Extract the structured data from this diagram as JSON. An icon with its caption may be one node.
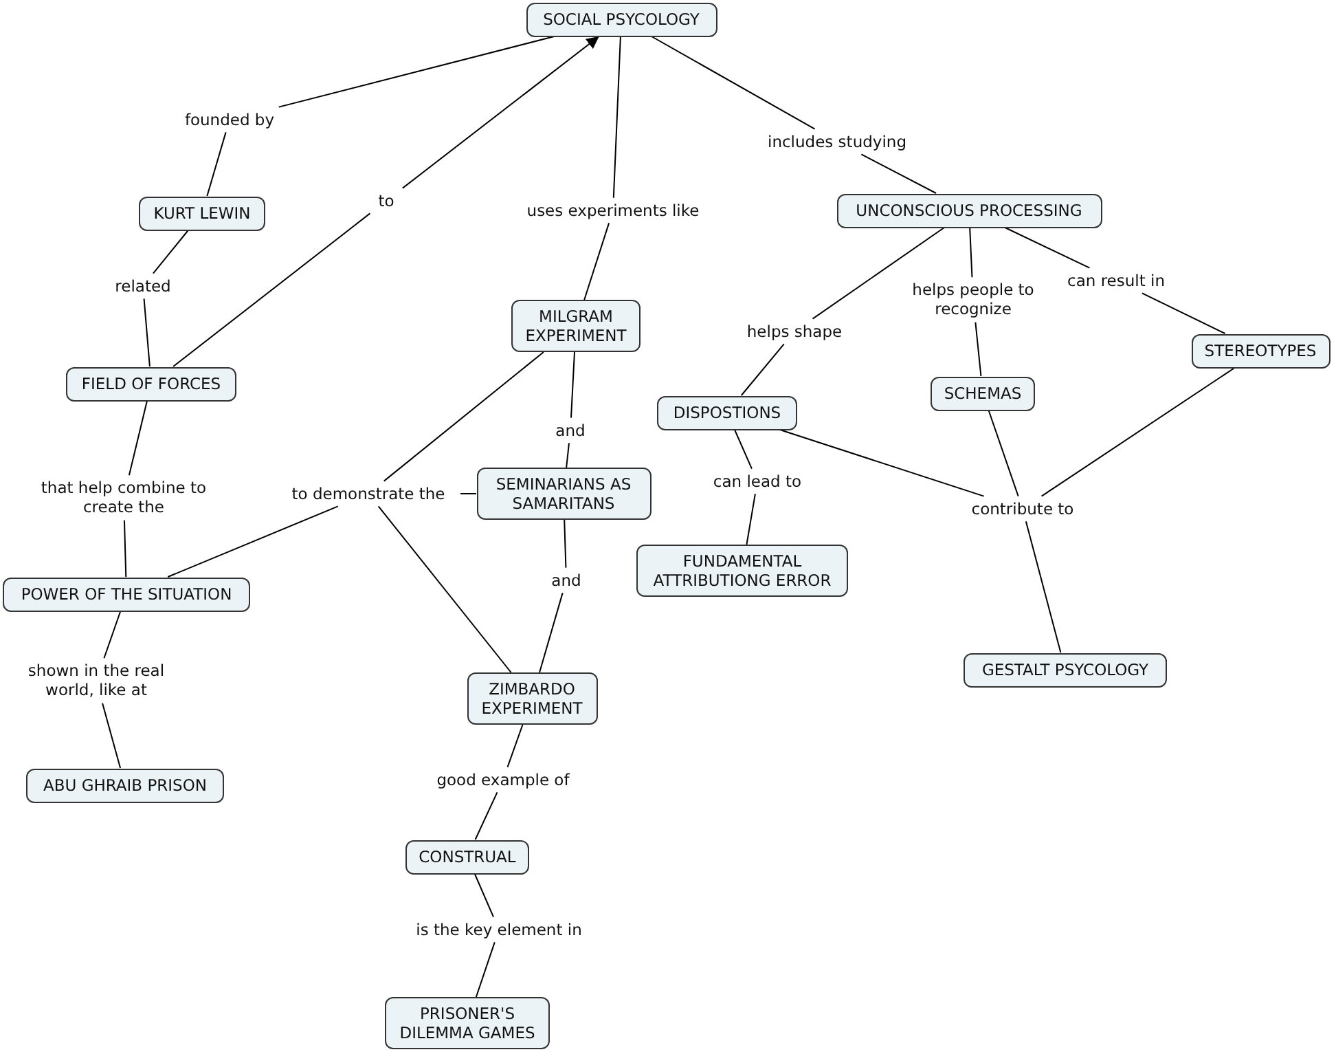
{
  "diagram": {
    "nodes": [
      {
        "text": [
          "SOCIAL PSYCOLOGY"
        ]
      },
      {
        "text": [
          "founded by"
        ]
      },
      {
        "text": [
          "KURT LEWIN"
        ]
      },
      {
        "text": [
          "related"
        ]
      },
      {
        "text": [
          "FIELD OF FORCES"
        ]
      },
      {
        "text": [
          "to"
        ]
      },
      {
        "text": [
          "uses experiments like"
        ]
      },
      {
        "text": [
          "includes studying"
        ]
      },
      {
        "text": [
          "UNCONSCIOUS PROCESSING"
        ]
      },
      {
        "text": [
          "MILGRAM EXPERIMENT"
        ]
      },
      {
        "text": [
          "helps shape"
        ]
      },
      {
        "text": [
          "helps people to recognize"
        ]
      },
      {
        "text": [
          "can result in"
        ]
      },
      {
        "text": [
          "STEREOTYPES"
        ]
      },
      {
        "text": [
          "DISPOSTIONS"
        ]
      },
      {
        "text": [
          "SCHEMAS"
        ]
      },
      {
        "text": [
          "that help combine to create the"
        ]
      },
      {
        "text": [
          "to demonstrate the"
        ]
      },
      {
        "text": [
          "and"
        ]
      },
      {
        "text": [
          "SEMINARIANS AS SAMARITANS"
        ]
      },
      {
        "text": [
          "can lead to"
        ]
      },
      {
        "text": [
          "contribute to"
        ]
      },
      {
        "text": [
          "POWER OF THE SITUATION"
        ]
      },
      {
        "text": [
          "FUNDAMENTAL ATTRIBUTIONG ERROR"
        ]
      },
      {
        "text": [
          "and"
        ]
      },
      {
        "text": [
          "GESTALT PSYCOLOGY"
        ]
      },
      {
        "text": [
          "shown in the real world, like at"
        ]
      },
      {
        "text": [
          "ZIMBARDO EXPERIMENT"
        ]
      },
      {
        "text": [
          "ABU GHRAIB PRISON"
        ]
      },
      {
        "text": [
          "good example of"
        ]
      },
      {
        "text": [
          "CONSTRUAL"
        ]
      },
      {
        "text": [
          "is the key element in"
        ]
      },
      {
        "text": [
          "PRISONER'S DILEMMA GAMES"
        ]
      }
    ],
    "edges": [
      {
        "from": 0,
        "to": 1,
        "arrow": "none"
      },
      {
        "from": 1,
        "to": 2,
        "arrow": "none"
      },
      {
        "from": 2,
        "to": 3,
        "arrow": "none"
      },
      {
        "from": 3,
        "to": 4,
        "arrow": "none"
      },
      {
        "from": 4,
        "to": 5,
        "arrow": "none"
      },
      {
        "from": 5,
        "to": 0,
        "arrow": "to"
      },
      {
        "from": 0,
        "to": 6,
        "arrow": "none"
      },
      {
        "from": 6,
        "to": 9,
        "arrow": "none"
      },
      {
        "from": 0,
        "to": 7,
        "arrow": "none"
      },
      {
        "from": 7,
        "to": 8,
        "arrow": "none"
      },
      {
        "from": 8,
        "to": 10,
        "arrow": "none"
      },
      {
        "from": 10,
        "to": 14,
        "arrow": "none"
      },
      {
        "from": 8,
        "to": 11,
        "arrow": "none"
      },
      {
        "from": 11,
        "to": 15,
        "arrow": "none"
      },
      {
        "from": 8,
        "to": 12,
        "arrow": "none"
      },
      {
        "from": 12,
        "to": 13,
        "arrow": "none"
      },
      {
        "from": 4,
        "to": 16,
        "arrow": "none"
      },
      {
        "from": 16,
        "to": 22,
        "arrow": "none"
      },
      {
        "from": 9,
        "to": 17,
        "arrow": "none"
      },
      {
        "from": 19,
        "to": 17,
        "arrow": "none"
      },
      {
        "from": 17,
        "to": 22,
        "arrow": "none"
      },
      {
        "from": 17,
        "to": 27,
        "arrow": "none"
      },
      {
        "from": 9,
        "to": 18,
        "arrow": "none"
      },
      {
        "from": 18,
        "to": 19,
        "arrow": "none"
      },
      {
        "from": 19,
        "to": 24,
        "arrow": "none"
      },
      {
        "from": 24,
        "to": 27,
        "arrow": "none"
      },
      {
        "from": 14,
        "to": 20,
        "arrow": "none"
      },
      {
        "from": 20,
        "to": 23,
        "arrow": "none"
      },
      {
        "from": 14,
        "to": 21,
        "arrow": "none"
      },
      {
        "from": 15,
        "to": 21,
        "arrow": "none"
      },
      {
        "from": 13,
        "to": 21,
        "arrow": "none"
      },
      {
        "from": 21,
        "to": 25,
        "arrow": "none"
      },
      {
        "from": 22,
        "to": 26,
        "arrow": "none"
      },
      {
        "from": 26,
        "to": 28,
        "arrow": "none"
      },
      {
        "from": 27,
        "to": 29,
        "arrow": "none"
      },
      {
        "from": 29,
        "to": 30,
        "arrow": "none"
      },
      {
        "from": 30,
        "to": 31,
        "arrow": "none"
      },
      {
        "from": 31,
        "to": 32,
        "arrow": "none"
      }
    ]
  }
}
